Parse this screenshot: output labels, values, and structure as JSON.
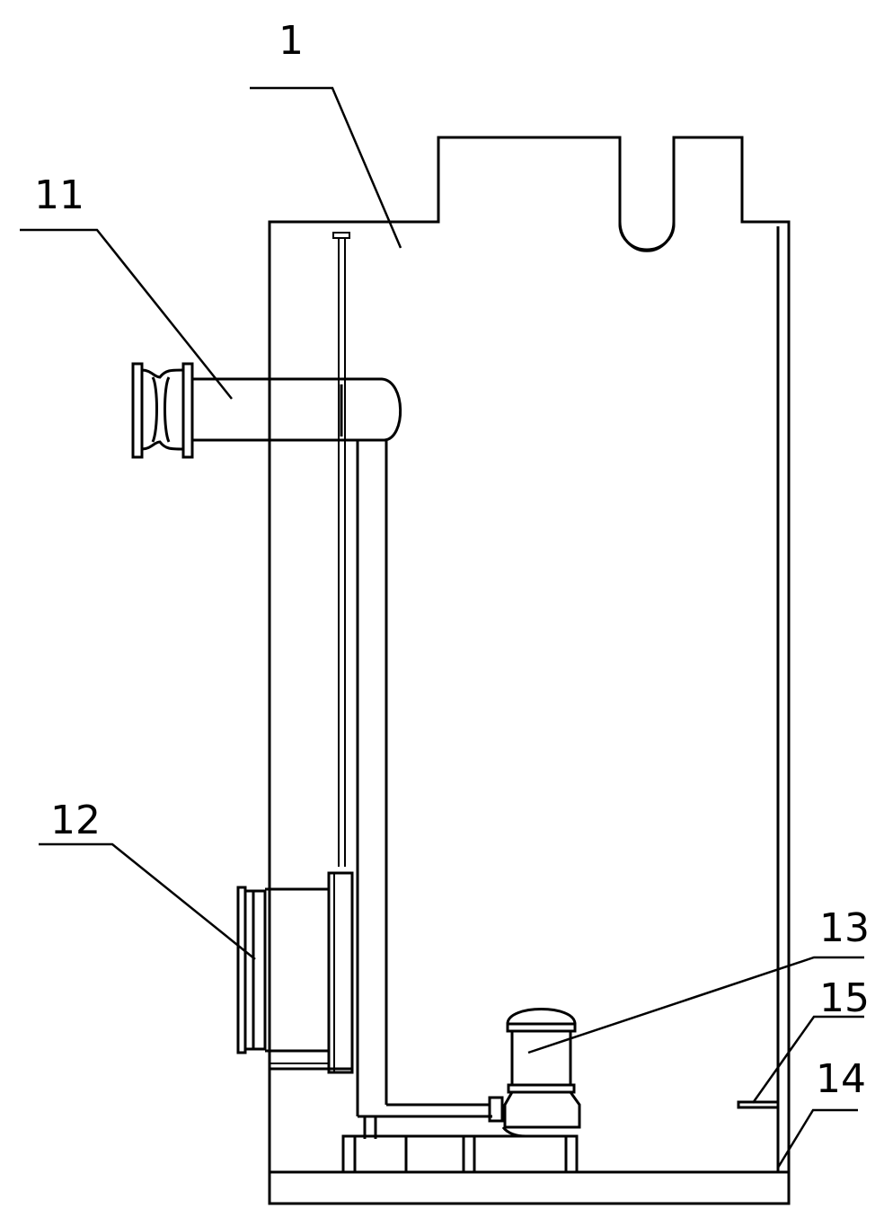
{
  "callouts": [
    {
      "id": "1",
      "text": "1"
    },
    {
      "id": "11",
      "text": "11"
    },
    {
      "id": "12",
      "text": "12"
    },
    {
      "id": "13",
      "text": "13"
    },
    {
      "id": "15",
      "text": "15"
    },
    {
      "id": "14",
      "text": "14"
    }
  ]
}
